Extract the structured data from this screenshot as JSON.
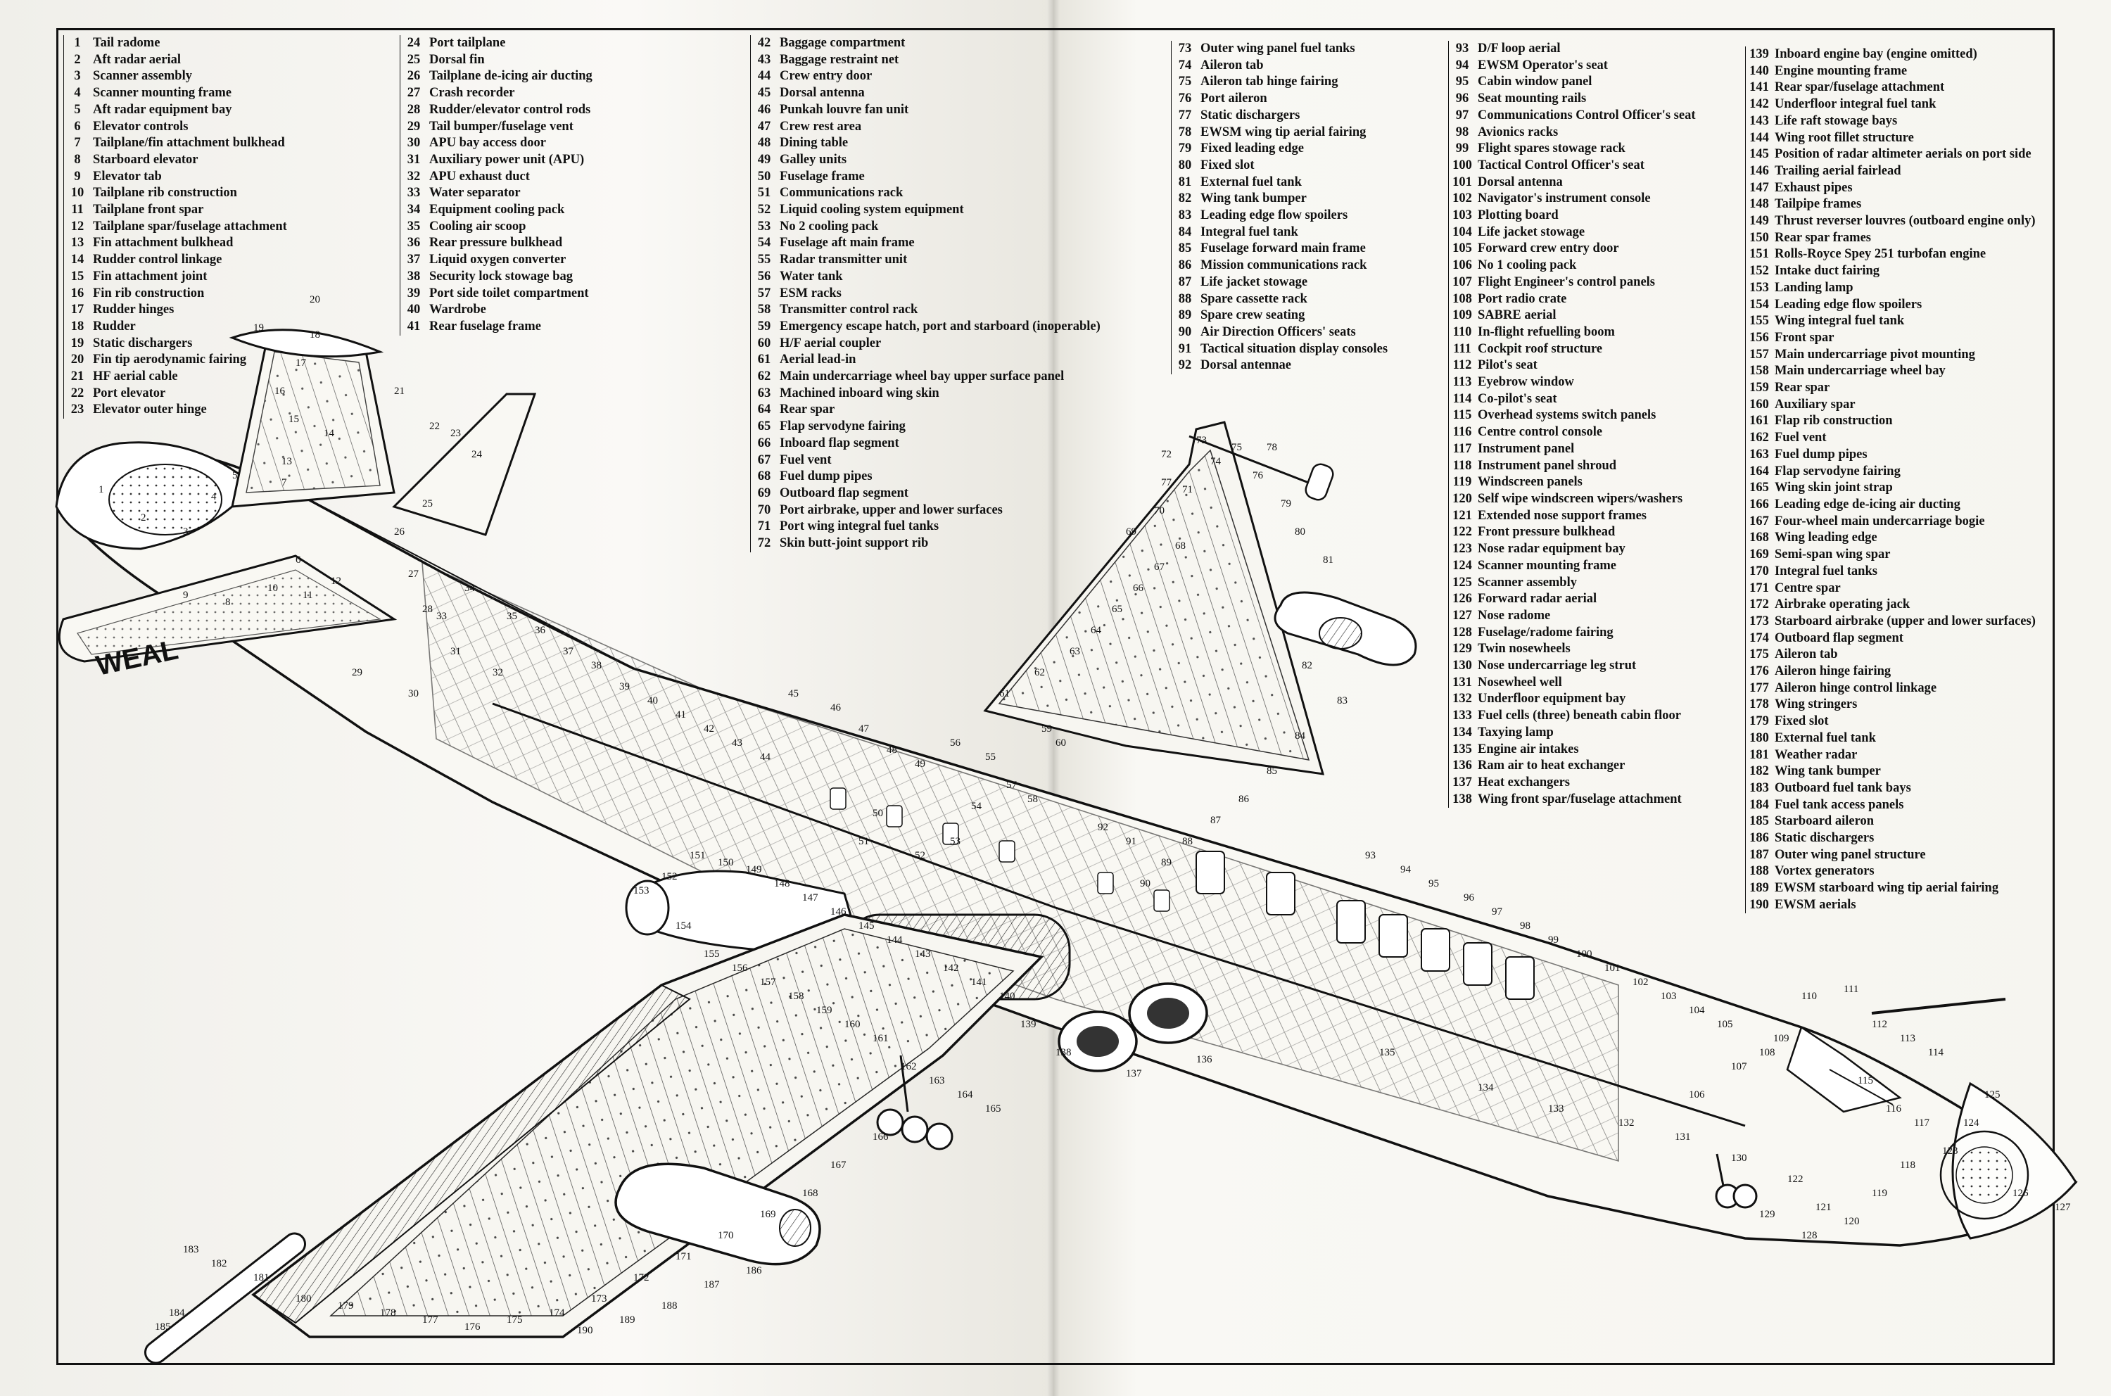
{
  "key": [
    {
      "num": "1",
      "label": "Tail radome"
    },
    {
      "num": "2",
      "label": "Aft radar aerial"
    },
    {
      "num": "3",
      "label": "Scanner assembly"
    },
    {
      "num": "4",
      "label": "Scanner mounting frame"
    },
    {
      "num": "5",
      "label": "Aft radar equipment bay"
    },
    {
      "num": "6",
      "label": "Elevator controls"
    },
    {
      "num": "7",
      "label": "Tailplane/fin attachment bulkhead"
    },
    {
      "num": "8",
      "label": "Starboard elevator"
    },
    {
      "num": "9",
      "label": "Elevator tab"
    },
    {
      "num": "10",
      "label": "Tailplane rib construction"
    },
    {
      "num": "11",
      "label": "Tailplane front spar"
    },
    {
      "num": "12",
      "label": "Tailplane spar/fuselage attachment"
    },
    {
      "num": "13",
      "label": "Fin attachment bulkhead"
    },
    {
      "num": "14",
      "label": "Rudder control linkage"
    },
    {
      "num": "15",
      "label": "Fin attachment joint"
    },
    {
      "num": "16",
      "label": "Fin rib construction"
    },
    {
      "num": "17",
      "label": "Rudder hinges"
    },
    {
      "num": "18",
      "label": "Rudder"
    },
    {
      "num": "19",
      "label": "Static dischargers"
    },
    {
      "num": "20",
      "label": "Fin tip aerodynamic fairing"
    },
    {
      "num": "21",
      "label": "HF aerial cable"
    },
    {
      "num": "22",
      "label": "Port elevator"
    },
    {
      "num": "23",
      "label": "Elevator outer hinge"
    },
    {
      "num": "24",
      "label": "Port tailplane"
    },
    {
      "num": "25",
      "label": "Dorsal fin"
    },
    {
      "num": "26",
      "label": "Tailplane de-icing air ducting"
    },
    {
      "num": "27",
      "label": "Crash recorder"
    },
    {
      "num": "28",
      "label": "Rudder/elevator control rods"
    },
    {
      "num": "29",
      "label": "Tail bumper/fuselage vent"
    },
    {
      "num": "30",
      "label": "APU bay access door"
    },
    {
      "num": "31",
      "label": "Auxiliary power unit (APU)"
    },
    {
      "num": "32",
      "label": "APU exhaust duct"
    },
    {
      "num": "33",
      "label": "Water separator"
    },
    {
      "num": "34",
      "label": "Equipment cooling pack"
    },
    {
      "num": "35",
      "label": "Cooling air scoop"
    },
    {
      "num": "36",
      "label": "Rear pressure bulkhead"
    },
    {
      "num": "37",
      "label": "Liquid oxygen converter"
    },
    {
      "num": "38",
      "label": "Security lock stowage bag"
    },
    {
      "num": "39",
      "label": "Port side toilet compartment"
    },
    {
      "num": "40",
      "label": "Wardrobe"
    },
    {
      "num": "41",
      "label": "Rear fuselage frame"
    },
    {
      "num": "42",
      "label": "Baggage compartment"
    },
    {
      "num": "43",
      "label": "Baggage restraint net"
    },
    {
      "num": "44",
      "label": "Crew entry door"
    },
    {
      "num": "45",
      "label": "Dorsal antenna"
    },
    {
      "num": "46",
      "label": "Punkah louvre fan unit"
    },
    {
      "num": "47",
      "label": "Crew rest area"
    },
    {
      "num": "48",
      "label": "Dining table"
    },
    {
      "num": "49",
      "label": "Galley units"
    },
    {
      "num": "50",
      "label": "Fuselage frame"
    },
    {
      "num": "51",
      "label": "Communications rack"
    },
    {
      "num": "52",
      "label": "Liquid cooling system equipment"
    },
    {
      "num": "53",
      "label": "No 2 cooling pack"
    },
    {
      "num": "54",
      "label": "Fuselage aft main frame"
    },
    {
      "num": "55",
      "label": "Radar transmitter unit"
    },
    {
      "num": "56",
      "label": "Water tank"
    },
    {
      "num": "57",
      "label": "ESM racks"
    },
    {
      "num": "58",
      "label": "Transmitter control rack"
    },
    {
      "num": "59",
      "label": "Emergency escape hatch, port and starboard (inoperable)"
    },
    {
      "num": "60",
      "label": "H/F aerial coupler"
    },
    {
      "num": "61",
      "label": "Aerial lead-in"
    },
    {
      "num": "62",
      "label": "Main undercarriage wheel bay upper surface panel"
    },
    {
      "num": "63",
      "label": "Machined inboard wing skin"
    },
    {
      "num": "64",
      "label": "Rear spar"
    },
    {
      "num": "65",
      "label": "Flap servodyne fairing"
    },
    {
      "num": "66",
      "label": "Inboard flap segment"
    },
    {
      "num": "67",
      "label": "Fuel vent"
    },
    {
      "num": "68",
      "label": "Fuel dump pipes"
    },
    {
      "num": "69",
      "label": "Outboard flap segment"
    },
    {
      "num": "70",
      "label": "Port airbrake, upper and lower surfaces"
    },
    {
      "num": "71",
      "label": "Port wing integral fuel tanks"
    },
    {
      "num": "72",
      "label": "Skin butt-joint support rib"
    },
    {
      "num": "73",
      "label": "Outer wing panel fuel tanks"
    },
    {
      "num": "74",
      "label": "Aileron tab"
    },
    {
      "num": "75",
      "label": "Aileron tab hinge fairing"
    },
    {
      "num": "76",
      "label": "Port aileron"
    },
    {
      "num": "77",
      "label": "Static dischargers"
    },
    {
      "num": "78",
      "label": "EWSM wing tip aerial fairing"
    },
    {
      "num": "79",
      "label": "Fixed leading edge"
    },
    {
      "num": "80",
      "label": "Fixed slot"
    },
    {
      "num": "81",
      "label": "External fuel tank"
    },
    {
      "num": "82",
      "label": "Wing tank bumper"
    },
    {
      "num": "83",
      "label": "Leading edge flow spoilers"
    },
    {
      "num": "84",
      "label": "Integral fuel tank"
    },
    {
      "num": "85",
      "label": "Fuselage forward main frame"
    },
    {
      "num": "86",
      "label": "Mission communications rack"
    },
    {
      "num": "87",
      "label": "Life jacket stowage"
    },
    {
      "num": "88",
      "label": "Spare cassette rack"
    },
    {
      "num": "89",
      "label": "Spare crew seating"
    },
    {
      "num": "90",
      "label": "Air Direction Officers' seats"
    },
    {
      "num": "91",
      "label": "Tactical situation display consoles"
    },
    {
      "num": "92",
      "label": "Dorsal antennae"
    },
    {
      "num": "93",
      "label": "D/F loop aerial"
    },
    {
      "num": "94",
      "label": "EWSM Operator's seat"
    },
    {
      "num": "95",
      "label": "Cabin window panel"
    },
    {
      "num": "96",
      "label": "Seat mounting rails"
    },
    {
      "num": "97",
      "label": "Communications Control Officer's seat"
    },
    {
      "num": "98",
      "label": "Avionics racks"
    },
    {
      "num": "99",
      "label": "Flight spares stowage rack"
    },
    {
      "num": "100",
      "label": "Tactical Control Officer's seat"
    },
    {
      "num": "101",
      "label": "Dorsal antenna"
    },
    {
      "num": "102",
      "label": "Navigator's instrument console"
    },
    {
      "num": "103",
      "label": "Plotting board"
    },
    {
      "num": "104",
      "label": "Life jacket stowage"
    },
    {
      "num": "105",
      "label": "Forward crew entry door"
    },
    {
      "num": "106",
      "label": "No 1 cooling pack"
    },
    {
      "num": "107",
      "label": "Flight Engineer's control panels"
    },
    {
      "num": "108",
      "label": "Port radio crate"
    },
    {
      "num": "109",
      "label": "SABRE aerial"
    },
    {
      "num": "110",
      "label": "In-flight refuelling boom"
    },
    {
      "num": "111",
      "label": "Cockpit roof structure"
    },
    {
      "num": "112",
      "label": "Pilot's seat"
    },
    {
      "num": "113",
      "label": "Eyebrow window"
    },
    {
      "num": "114",
      "label": "Co-pilot's seat"
    },
    {
      "num": "115",
      "label": "Overhead systems switch panels"
    },
    {
      "num": "116",
      "label": "Centre control console"
    },
    {
      "num": "117",
      "label": "Instrument panel"
    },
    {
      "num": "118",
      "label": "Instrument panel shroud"
    },
    {
      "num": "119",
      "label": "Windscreen panels"
    },
    {
      "num": "120",
      "label": "Self wipe windscreen wipers/washers"
    },
    {
      "num": "121",
      "label": "Extended nose support frames"
    },
    {
      "num": "122",
      "label": "Front pressure bulkhead"
    },
    {
      "num": "123",
      "label": "Nose radar equipment bay"
    },
    {
      "num": "124",
      "label": "Scanner mounting frame"
    },
    {
      "num": "125",
      "label": "Scanner assembly"
    },
    {
      "num": "126",
      "label": "Forward radar aerial"
    },
    {
      "num": "127",
      "label": "Nose radome"
    },
    {
      "num": "128",
      "label": "Fuselage/radome fairing"
    },
    {
      "num": "129",
      "label": "Twin nosewheels"
    },
    {
      "num": "130",
      "label": "Nose undercarriage leg strut"
    },
    {
      "num": "131",
      "label": "Nosewheel well"
    },
    {
      "num": "132",
      "label": "Underfloor equipment bay"
    },
    {
      "num": "133",
      "label": "Fuel cells (three) beneath cabin floor"
    },
    {
      "num": "134",
      "label": "Taxying lamp"
    },
    {
      "num": "135",
      "label": "Engine air intakes"
    },
    {
      "num": "136",
      "label": "Ram air to heat exchanger"
    },
    {
      "num": "137",
      "label": "Heat exchangers"
    },
    {
      "num": "138",
      "label": "Wing front spar/fuselage attachment"
    },
    {
      "num": "139",
      "label": "Inboard engine bay (engine omitted)"
    },
    {
      "num": "140",
      "label": "Engine mounting frame"
    },
    {
      "num": "141",
      "label": "Rear spar/fuselage attachment"
    },
    {
      "num": "142",
      "label": "Underfloor integral fuel tank"
    },
    {
      "num": "143",
      "label": "Life raft stowage bays"
    },
    {
      "num": "144",
      "label": "Wing root fillet structure"
    },
    {
      "num": "145",
      "label": "Position of radar altimeter aerials on port side"
    },
    {
      "num": "146",
      "label": "Trailing aerial fairlead"
    },
    {
      "num": "147",
      "label": "Exhaust pipes"
    },
    {
      "num": "148",
      "label": "Tailpipe frames"
    },
    {
      "num": "149",
      "label": "Thrust reverser louvres (outboard engine only)"
    },
    {
      "num": "150",
      "label": "Rear spar frames"
    },
    {
      "num": "151",
      "label": "Rolls-Royce Spey 251 turbofan engine"
    },
    {
      "num": "152",
      "label": "Intake duct fairing"
    },
    {
      "num": "153",
      "label": "Landing lamp"
    },
    {
      "num": "154",
      "label": "Leading edge flow spoilers"
    },
    {
      "num": "155",
      "label": "Wing integral fuel tank"
    },
    {
      "num": "156",
      "label": "Front spar"
    },
    {
      "num": "157",
      "label": "Main undercarriage pivot mounting"
    },
    {
      "num": "158",
      "label": "Main undercarriage wheel bay"
    },
    {
      "num": "159",
      "label": "Rear spar"
    },
    {
      "num": "160",
      "label": "Auxiliary spar"
    },
    {
      "num": "161",
      "label": "Flap rib construction"
    },
    {
      "num": "162",
      "label": "Fuel vent"
    },
    {
      "num": "163",
      "label": "Fuel dump pipes"
    },
    {
      "num": "164",
      "label": "Flap servodyne fairing"
    },
    {
      "num": "165",
      "label": "Wing skin joint strap"
    },
    {
      "num": "166",
      "label": "Leading edge de-icing air ducting"
    },
    {
      "num": "167",
      "label": "Four-wheel main undercarriage bogie"
    },
    {
      "num": "168",
      "label": "Wing leading edge"
    },
    {
      "num": "169",
      "label": "Semi-span wing spar"
    },
    {
      "num": "170",
      "label": "Integral fuel tanks"
    },
    {
      "num": "171",
      "label": "Centre spar"
    },
    {
      "num": "172",
      "label": "Airbrake operating jack"
    },
    {
      "num": "173",
      "label": "Starboard airbrake (upper and lower surfaces)"
    },
    {
      "num": "174",
      "label": "Outboard flap segment"
    },
    {
      "num": "175",
      "label": "Aileron tab"
    },
    {
      "num": "176",
      "label": "Aileron hinge fairing"
    },
    {
      "num": "177",
      "label": "Aileron hinge control linkage"
    },
    {
      "num": "178",
      "label": "Wing stringers"
    },
    {
      "num": "179",
      "label": "Fixed slot"
    },
    {
      "num": "180",
      "label": "External fuel tank"
    },
    {
      "num": "181",
      "label": "Weather radar"
    },
    {
      "num": "182",
      "label": "Wing tank bumper"
    },
    {
      "num": "183",
      "label": "Outboard fuel tank bays"
    },
    {
      "num": "184",
      "label": "Fuel tank access panels"
    },
    {
      "num": "185",
      "label": "Starboard aileron"
    },
    {
      "num": "186",
      "label": "Static dischargers"
    },
    {
      "num": "187",
      "label": "Outer wing panel structure"
    },
    {
      "num": "188",
      "label": "Vortex generators"
    },
    {
      "num": "189",
      "label": "EWSM starboard wing tip aerial fairing"
    },
    {
      "num": "190",
      "label": "EWSM aerials"
    }
  ],
  "callouts": [
    "1",
    "2",
    "3",
    "4",
    "5",
    "6",
    "7",
    "8",
    "9",
    "10",
    "11",
    "12",
    "13",
    "14",
    "15",
    "16",
    "17",
    "18",
    "19",
    "20",
    "21",
    "22",
    "23",
    "24",
    "25",
    "26",
    "27",
    "28",
    "29",
    "30",
    "31",
    "32",
    "33",
    "34",
    "35",
    "36",
    "37",
    "38",
    "39",
    "40",
    "41",
    "42",
    "43",
    "44",
    "45",
    "46",
    "47",
    "48",
    "49",
    "50",
    "51",
    "52",
    "53",
    "54",
    "55",
    "56",
    "57",
    "58",
    "59",
    "60",
    "61",
    "62",
    "63",
    "64",
    "65",
    "66",
    "67",
    "68",
    "69",
    "70",
    "71",
    "72",
    "73",
    "74",
    "75",
    "76",
    "77",
    "78",
    "79",
    "80",
    "81",
    "82",
    "83",
    "84",
    "85",
    "86",
    "87",
    "88",
    "89",
    "90",
    "91",
    "92",
    "93",
    "94",
    "95",
    "96",
    "97",
    "98",
    "99",
    "100",
    "101",
    "102",
    "103",
    "104",
    "105",
    "106",
    "107",
    "108",
    "109",
    "110",
    "111",
    "112",
    "113",
    "114",
    "115",
    "116",
    "117",
    "118",
    "119",
    "120",
    "121",
    "122",
    "123",
    "124",
    "125",
    "126",
    "127",
    "128",
    "129",
    "130",
    "131",
    "132",
    "133",
    "134",
    "135",
    "136",
    "137",
    "138",
    "139",
    "140",
    "141",
    "142",
    "143",
    "144",
    "145",
    "146",
    "147",
    "148",
    "149",
    "150",
    "151",
    "152",
    "153",
    "154",
    "155",
    "156",
    "157",
    "158",
    "159",
    "160",
    "161",
    "162",
    "163",
    "164",
    "165",
    "166",
    "167",
    "168",
    "169",
    "170",
    "171",
    "172",
    "173",
    "174",
    "175",
    "176",
    "177",
    "178",
    "179",
    "180",
    "181",
    "182",
    "183",
    "184",
    "185",
    "186",
    "187",
    "188",
    "189",
    "190"
  ],
  "fuselage_marking": "WEAL"
}
